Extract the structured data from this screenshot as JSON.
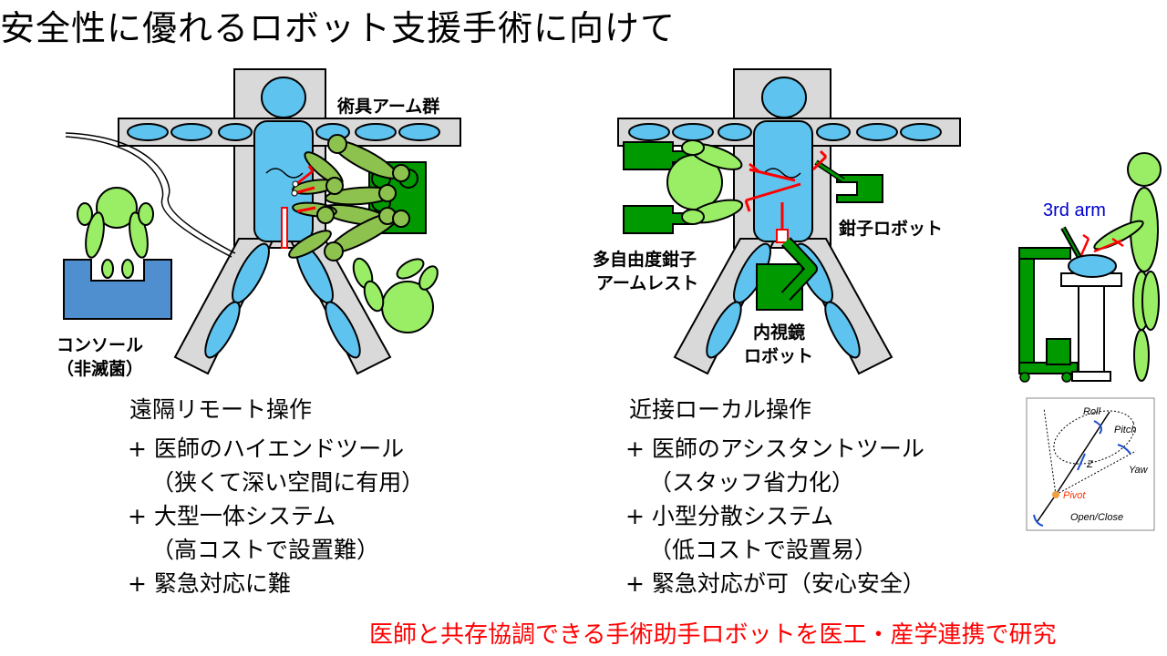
{
  "title": "安全性に優れるロボット支援手術に向けて",
  "left_figure": {
    "label_arms": "術具アーム群",
    "label_console_1": "コンソール",
    "label_console_2": "（非滅菌）"
  },
  "right_figure": {
    "label_forceps_robot": "鉗子ロボット",
    "label_armrest_1": "多自由度鉗子",
    "label_armrest_2": "アームレスト",
    "label_endoscope_1": "内視鏡",
    "label_endoscope_2": "ロボット"
  },
  "far_right_figure": {
    "label_3rd_arm": "3rd arm"
  },
  "kinematic_diagram": {
    "roll": "Roll",
    "pitch": "Pitch",
    "yaw": "Yaw",
    "z": "Z",
    "pivot": "Pivot",
    "open_close": "Open/Close"
  },
  "left_section": {
    "title": "遠隔リモート操作",
    "items": [
      {
        "main": "+ 医師のハイエンドツール",
        "sub": "（狭くて深い空間に有用）"
      },
      {
        "main": "+ 大型一体システム",
        "sub": "（高コストで設置難）"
      },
      {
        "main": "+ 緊急対応に難",
        "sub": ""
      }
    ]
  },
  "right_section": {
    "title": "近接ローカル操作",
    "items": [
      {
        "main": "+ 医師のアシスタントツール",
        "sub": "（スタッフ省力化）"
      },
      {
        "main": "+ 小型分散システム",
        "sub": "（低コストで設置易）"
      },
      {
        "main": "+ 緊急対応が可（安心安全）",
        "sub": ""
      }
    ]
  },
  "footer": "医師と共存協調できる手術助手ロボットを医工・産学連携で研究",
  "colors": {
    "body_blue": "#5ec3ef",
    "table_gray": "#d9d9d9",
    "robot_green": "#009900",
    "staff_green": "#99ee66",
    "console_blue": "#4f8fd0",
    "accent_red": "#ff0000",
    "label_blue": "#0000cc"
  }
}
